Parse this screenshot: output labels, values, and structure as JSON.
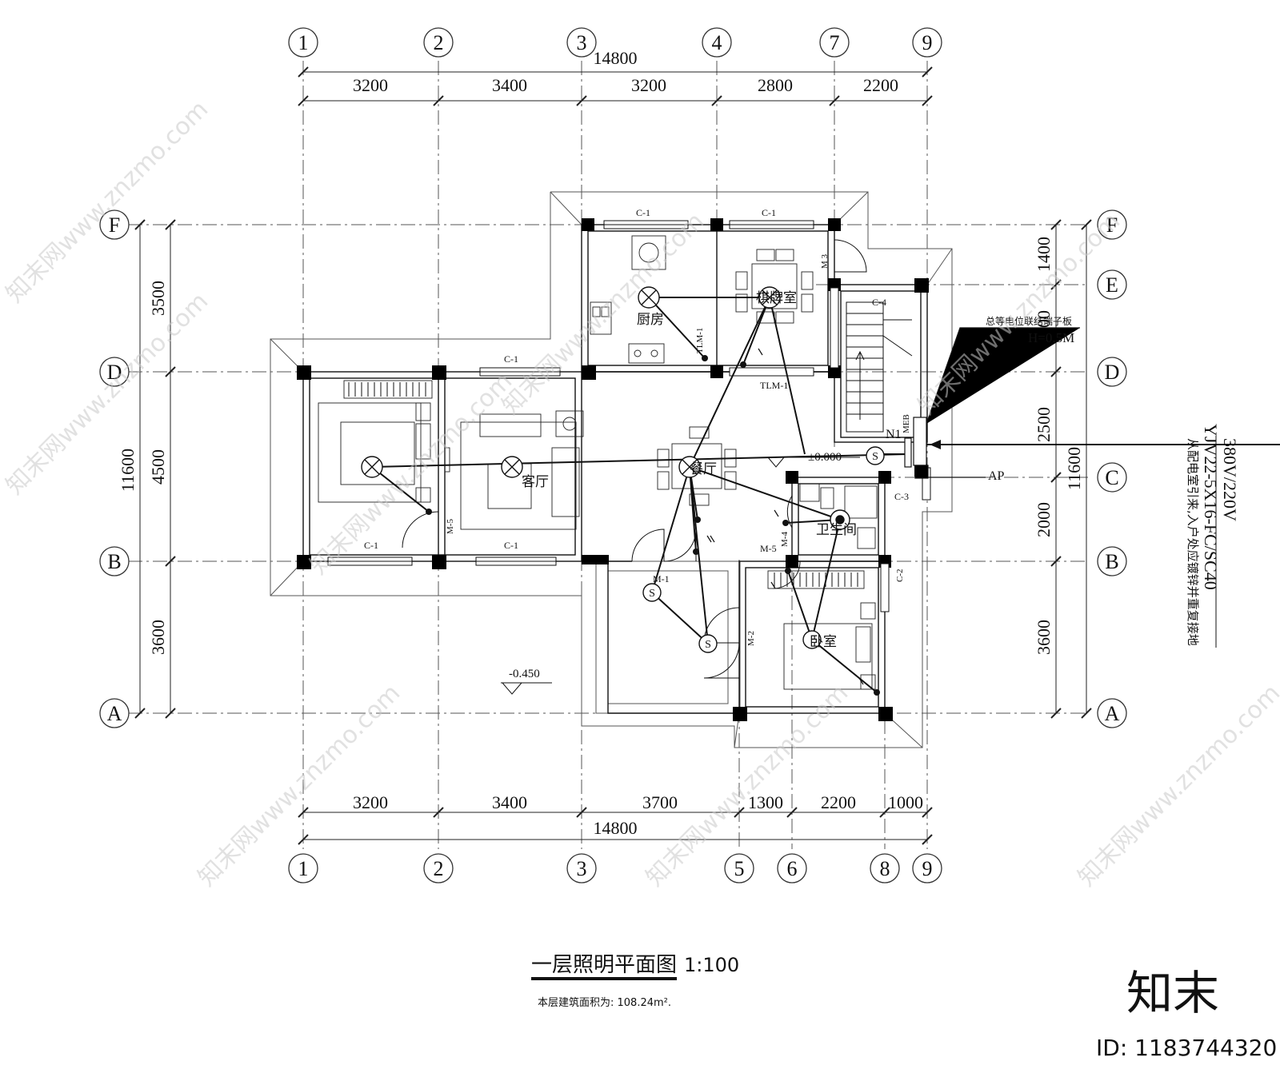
{
  "drawing": {
    "title": "一层照明平面图",
    "scale": "1:100",
    "area_note": "本层建筑面积为: 108.24m².",
    "brand": "知末",
    "id_label": "ID: 1183744320",
    "watermark": "知末网www.znzmo.com"
  },
  "axes": {
    "top": [
      "1",
      "2",
      "3",
      "4",
      "7",
      "9"
    ],
    "bottom": [
      "1",
      "2",
      "3",
      "5",
      "6",
      "8",
      "9"
    ],
    "left": [
      "F",
      "D",
      "B",
      "A"
    ],
    "right": [
      "F",
      "E",
      "D",
      "C",
      "B",
      "A"
    ]
  },
  "dimensions": {
    "top_total": "14800",
    "top": [
      "3200",
      "3400",
      "3200",
      "2800",
      "2200"
    ],
    "bottom": [
      "3200",
      "3400",
      "3700",
      "1300",
      "2200",
      "1000"
    ],
    "bottom_total": "14800",
    "left_outer": "11600",
    "left_inner": [
      "3500",
      "4500",
      "3600"
    ],
    "right_inner": [
      "1400",
      "2100",
      "2500",
      "2000",
      "3600"
    ],
    "right_outer": "11600"
  },
  "rooms": {
    "kitchen": "厨房",
    "dining": "餐厅",
    "living": "客厅",
    "bath": "卫生间",
    "bedroom": "卧室",
    "chess": "棋牌室"
  },
  "labels": {
    "c1": "C-1",
    "c2": "C-2",
    "c3": "C-3",
    "c4": "C-4",
    "m1": "M-1",
    "m2": "M-2",
    "m3": "M 3",
    "m4": "M-4",
    "m5": "M-5",
    "tlm1": "TLM-1",
    "level0": "±0.000",
    "level_neg": "-0.450",
    "n1": "N1",
    "ap": "AP",
    "meb": "MEB",
    "bonding": "总等电位联结端子板",
    "height": "H=0.5M",
    "switch": "S"
  },
  "supply": {
    "voltage": "380V/220V",
    "cable": "YJV22-5X16-FC/SC40",
    "note": "从配电室引来,入户处应镀锌并重复接地"
  }
}
